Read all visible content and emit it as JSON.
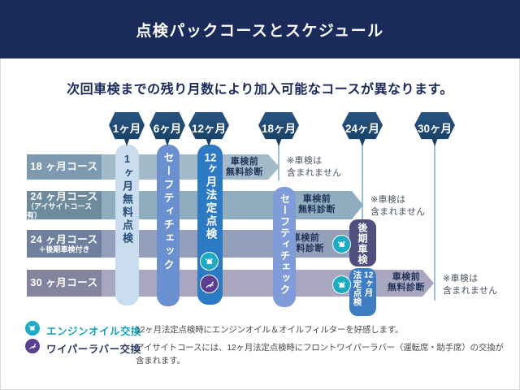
{
  "header": {
    "title": "点検パックコースとスケジュール"
  },
  "intro": "次回車検までの残り月数により加入可能なコースが異なります。",
  "timeline": [
    {
      "label": "1ヶ月"
    },
    {
      "label": "6ヶ月"
    },
    {
      "label": "12ヶ月"
    },
    {
      "label": "18ヶ月"
    },
    {
      "label": "24ヶ月"
    },
    {
      "label": "30ヶ月"
    }
  ],
  "courses": [
    {
      "name": "18 ヶ月コース",
      "sub": ""
    },
    {
      "name": "24 ヶ月コース",
      "sub": "（アイサイトコース有）"
    },
    {
      "name": "24 ヶ月コース",
      "sub": "＋後期車検付き"
    },
    {
      "name": "30 ヶ月コース",
      "sub": ""
    }
  ],
  "events": {
    "first_month_inspection": "1ヶ月無料点検",
    "safety_check": "セーフティチェック",
    "legal_inspection_num": "12",
    "legal_inspection_rest": "ヶ月法定点検",
    "late_inspection": "後期車検",
    "legal_inspection2_col1_num": "12",
    "legal_inspection2_col1_rest": "ヶ月",
    "legal_inspection2_col2": "法定点検",
    "pre_check_line1": "車検前",
    "pre_check_line2": "無料診断",
    "note_line1": "※車検は",
    "note_line2": "含まれません"
  },
  "legend": {
    "oil": {
      "label": "エンジンオイル交換",
      "desc": "12ヶ月法定点検時にエンジンオイル＆オイルフィルターを好感します。"
    },
    "wiper": {
      "label": "ワイパーラバー交換",
      "desc_line1": "アイサイトコースには、12ヶ月法定点検時にフロントワイパーラバー（運転席・助手席）の交換が",
      "desc_line2": "含まれます。"
    }
  },
  "colors": {
    "header_navy": "#1a2a5a",
    "badge_blue": "#1d4a78",
    "accent_teal": "#1cabc2",
    "accent_purple": "#5a3e91",
    "legal_blue": "#2d7ac4"
  }
}
